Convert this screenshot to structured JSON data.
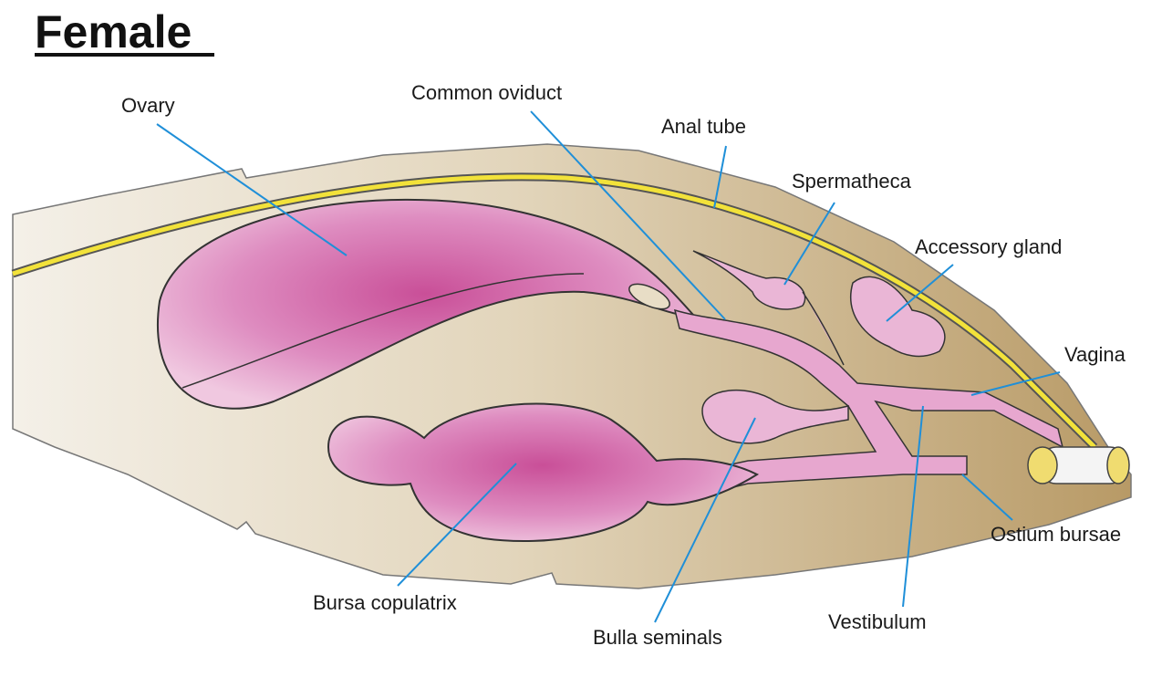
{
  "title": "Female",
  "labels": {
    "ovary": "Ovary",
    "common_oviduct": "Common oviduct",
    "anal_tube": "Anal tube",
    "spermatheca": "Spermatheca",
    "accessory_gland": "Accessory gland",
    "vagina": "Vagina",
    "ostium_bursae": "Ostium bursae",
    "vestibulum": "Vestibulum",
    "bulla_seminals": "Bulla seminals",
    "bursa_copulatrix": "Bursa copulatrix"
  },
  "colors": {
    "leader": "#1f8fd8",
    "organ": "#d878b4",
    "body": "#c9b48e",
    "anal_tube": "#f2e23a"
  }
}
